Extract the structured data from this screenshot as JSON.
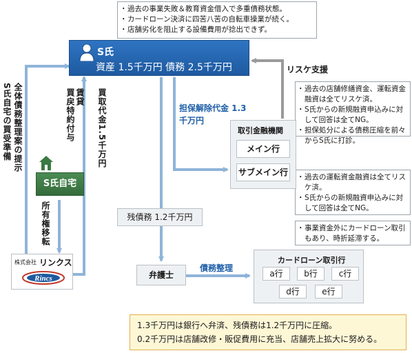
{
  "s_shi": {
    "name": "S氏",
    "assets": "資産 1.5千万円 債務 2.5千万円"
  },
  "top_note": [
    "過去の事業失敗＆教育資金借入で多重債務状態。",
    "カードローン決済に四苦八苦の自転車操業が続く。",
    "店舗劣化を阻止する設備費用が捻出できず。"
  ],
  "risuke_label": "リスケ支援",
  "bank_group": {
    "title": "取引金融機関",
    "main": "メイン行",
    "sub": "サブメイン行"
  },
  "main_note": [
    "過去の店舗修繕資金、運転資金融資は全てリスケ済。",
    "S氏からの新規融資申込みに対して回答は全てNG。",
    "担保処分による債務圧縮を前々からS氏に打診。"
  ],
  "sub_note": [
    "過去の運転資金融資は全てリスケ済。",
    "S氏からの新規融資申込みに対して回答は全てNG。"
  ],
  "card_note": [
    "事業資金外にカードローン取引もあり、時折延滞する。"
  ],
  "collateral_label": "担保解除代金 1.3千万円",
  "remaining_debt": "残債務 1.2千万円",
  "lawyer": "弁護士",
  "debt_arrangement": "債務整理",
  "card_loan": {
    "title": "カードローン取引行",
    "banks": [
      "a行",
      "b行",
      "c行",
      "d行",
      "e行"
    ]
  },
  "house": "S氏自宅",
  "company": {
    "prefix": "株式会社",
    "name": "リンクス",
    "logo_text": "Rincs"
  },
  "vlabels": {
    "plan": "全体債務整理案の提示",
    "buy_prep": "S氏自宅の買受準備",
    "lease": "賃貸",
    "buyback": "買戻特約付与",
    "price": "買取代金1.5千万円",
    "ownership": "所有権移転"
  },
  "bottom_note": [
    "1.3千万円は銀行へ弁済、残債務は1.2千万円に圧縮。",
    "0.2千万円は店舗改修・販促費用に充当、店舗売上拡大に努める。"
  ],
  "colors": {
    "blue": "#2a6db8",
    "arrow_blue": "#8fb4d8",
    "arrow_grey": "#9a9a9a",
    "green": "#3b7a43",
    "yellow_bg": "#fdf7d6",
    "yellow_border": "#e2b04a"
  }
}
